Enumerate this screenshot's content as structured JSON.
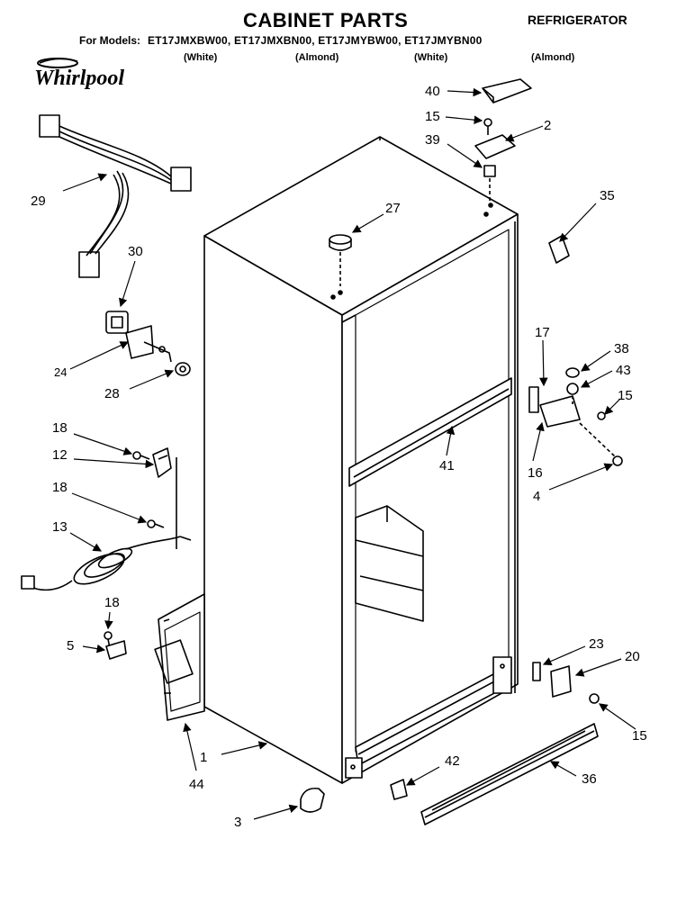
{
  "header": {
    "title": "CABINET PARTS",
    "product": "REFRIGERATOR",
    "models_label": "For Models:",
    "models": "ET17JMXBW00, ET17JMXBN00, ET17JMYBW00, ET17JMYBN00",
    "colors": [
      "(White)",
      "(Almond)",
      "(White)",
      "(Almond)"
    ]
  },
  "brand": {
    "name": "Whirlpool"
  },
  "part_labels": {
    "p1": "1",
    "p2": "2",
    "p3": "3",
    "p4": "4",
    "p5": "5",
    "p12": "12",
    "p13": "13",
    "p15a": "15",
    "p15b": "15",
    "p15c": "15",
    "p16": "16",
    "p17": "17",
    "p18a": "18",
    "p18b": "18",
    "p18c": "18",
    "p20": "20",
    "p23": "23",
    "p24": "24",
    "p27": "27",
    "p28": "28",
    "p29": "29",
    "p30": "30",
    "p35": "35",
    "p36": "36",
    "p38": "38",
    "p39": "39",
    "p40": "40",
    "p41": "41",
    "p42": "42",
    "p43": "43",
    "p44": "44"
  }
}
